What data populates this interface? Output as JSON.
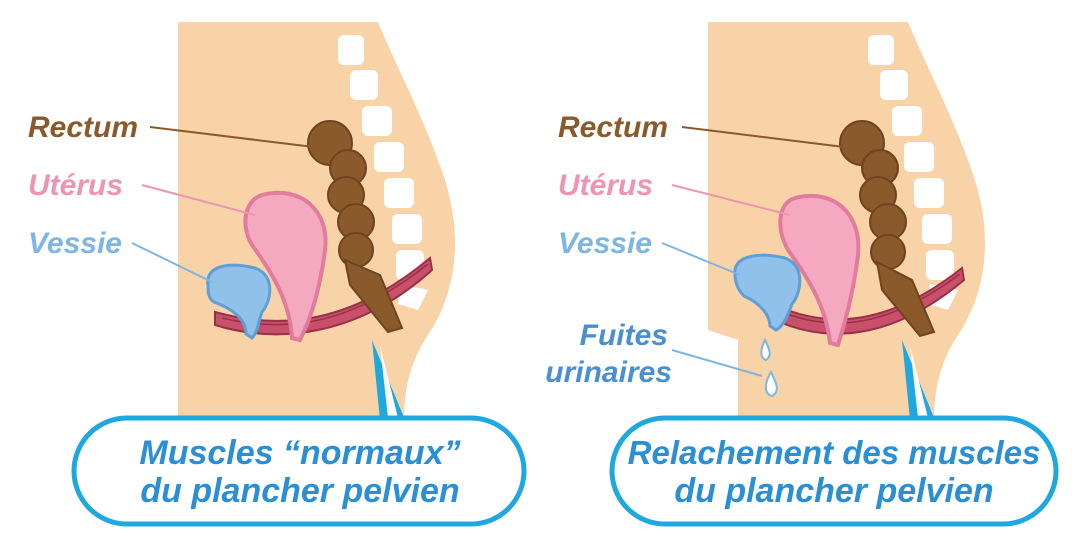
{
  "colors": {
    "skin": "#f9d3a8",
    "vertebra": "#ffffff",
    "rectum": "#8b5a2b",
    "rectum_dark": "#6e4420",
    "uterus": "#f4a9c1",
    "uterus_edge": "#e27b9c",
    "bladder": "#8fc1ea",
    "bladder_edge": "#5d9fd6",
    "muscle": "#c9506a",
    "muscle_edge": "#9a2f48",
    "label_rectum": "#8b5a2b",
    "label_uterus": "#ef93b2",
    "label_bladder": "#7db5e3",
    "label_leak": "#4a8fd0",
    "caption_border": "#1ea8e0",
    "caption_text": "#2a8fd4"
  },
  "left_panel": {
    "labels": {
      "rectum": "Rectum",
      "uterus": "Utérus",
      "bladder": "Vessie"
    },
    "caption": {
      "line1": "Muscles “normaux”",
      "line2": "du plancher pelvien"
    }
  },
  "right_panel": {
    "labels": {
      "rectum": "Rectum",
      "uterus": "Utérus",
      "bladder": "Vessie",
      "leak_line1": "Fuites",
      "leak_line2": "urinaires"
    },
    "caption": {
      "line1": "Relachement des muscles",
      "line2": "du plancher pelvien"
    }
  }
}
